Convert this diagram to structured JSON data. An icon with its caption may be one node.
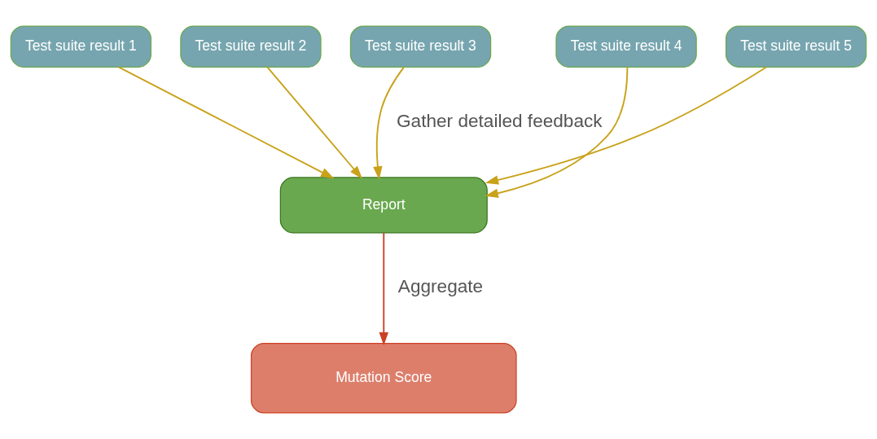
{
  "diagram": {
    "nodes": [
      {
        "text": [
          "Test suite result 1"
        ]
      },
      {
        "text": [
          "Test suite result 2"
        ]
      },
      {
        "text": [
          "Test suite result 3"
        ]
      },
      {
        "text": [
          "Test suite result 4"
        ]
      },
      {
        "text": [
          "Test suite result 5"
        ]
      },
      {
        "text": [
          "Report"
        ]
      },
      {
        "text": [
          "Mutation Score"
        ]
      }
    ],
    "edges": [
      {
        "from": 0,
        "to": 5,
        "arrow": "to"
      },
      {
        "from": 1,
        "to": 5,
        "arrow": "to"
      },
      {
        "from": 2,
        "to": 5,
        "arrow": "to",
        "label": "Gather detailed feedback"
      },
      {
        "from": 3,
        "to": 5,
        "arrow": "to"
      },
      {
        "from": 4,
        "to": 5,
        "arrow": "to"
      },
      {
        "from": 5,
        "to": 6,
        "arrow": "to",
        "label": "Aggregate",
        "color": "#cc4125"
      }
    ]
  }
}
